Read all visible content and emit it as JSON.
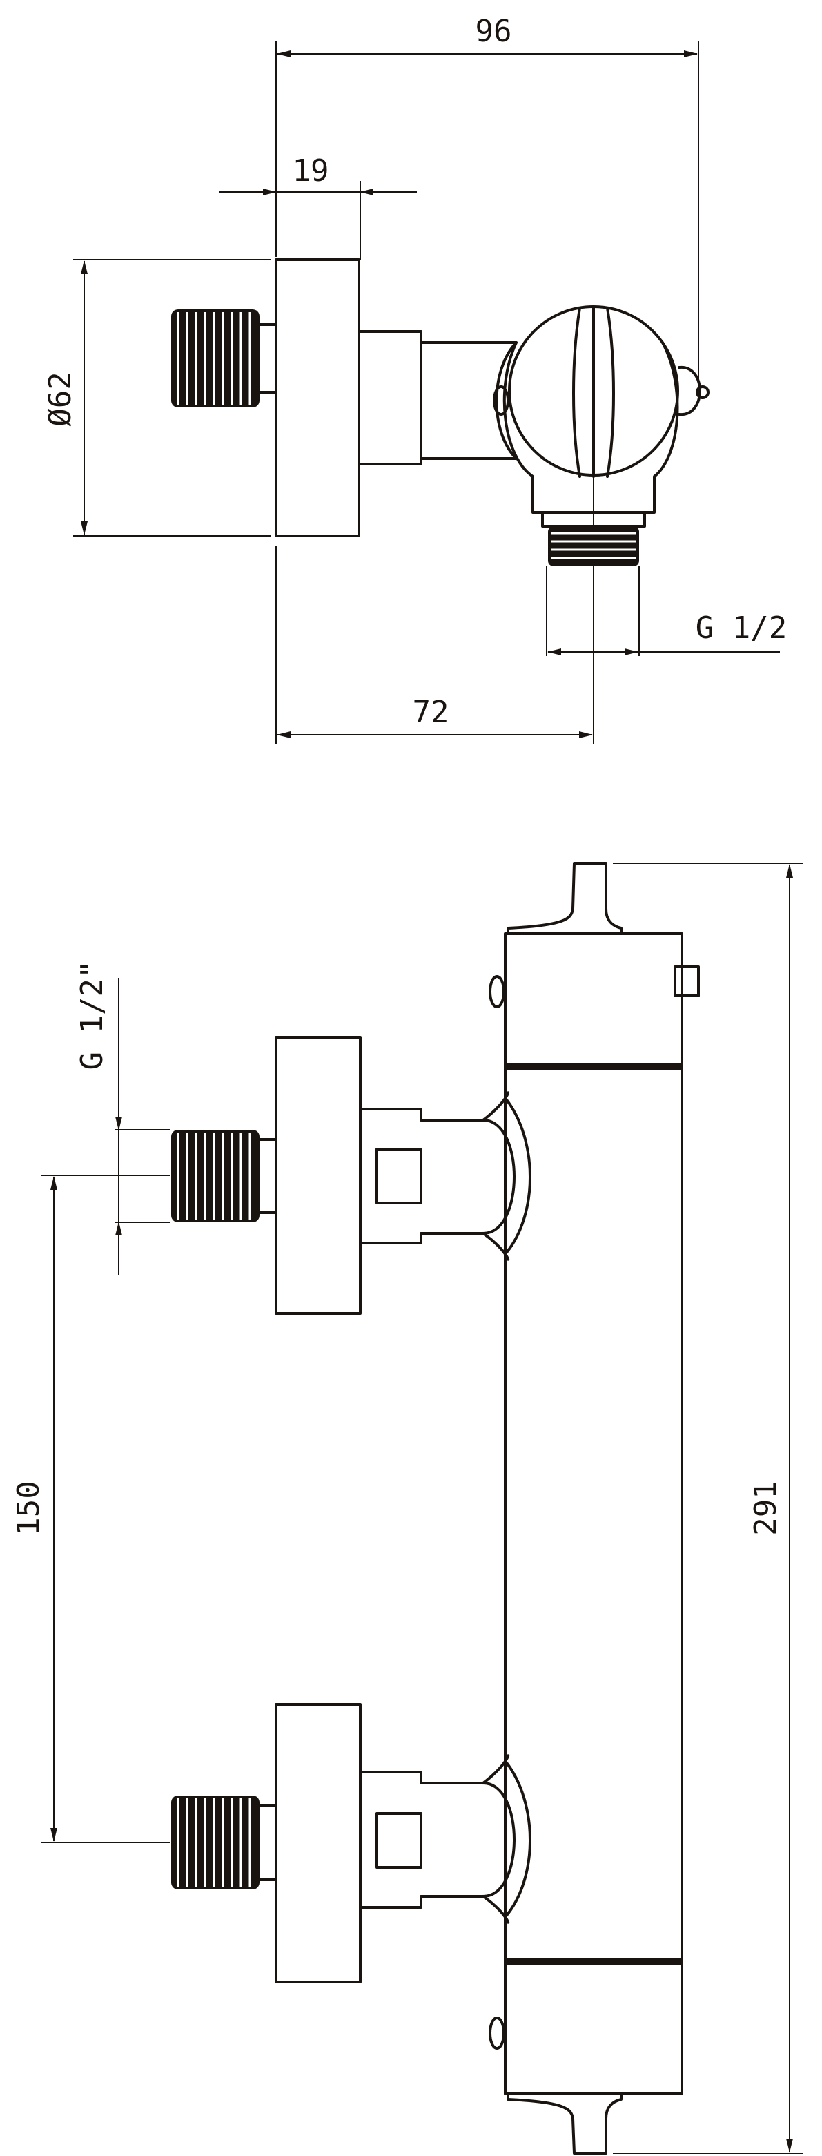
{
  "drawing": {
    "ink_color": "#1a1410",
    "background": "#ffffff",
    "top_view": {
      "dim_overall_width": "96",
      "dim_wall_flange": "19",
      "dim_flange_diameter": "Ø62",
      "dim_outlet_thread": "G 1/2",
      "dim_outlet_offset": "72"
    },
    "front_view": {
      "dim_inlet_thread": "G 1/2\"",
      "dim_inlet_spacing": "150",
      "dim_body_length": "291"
    }
  }
}
